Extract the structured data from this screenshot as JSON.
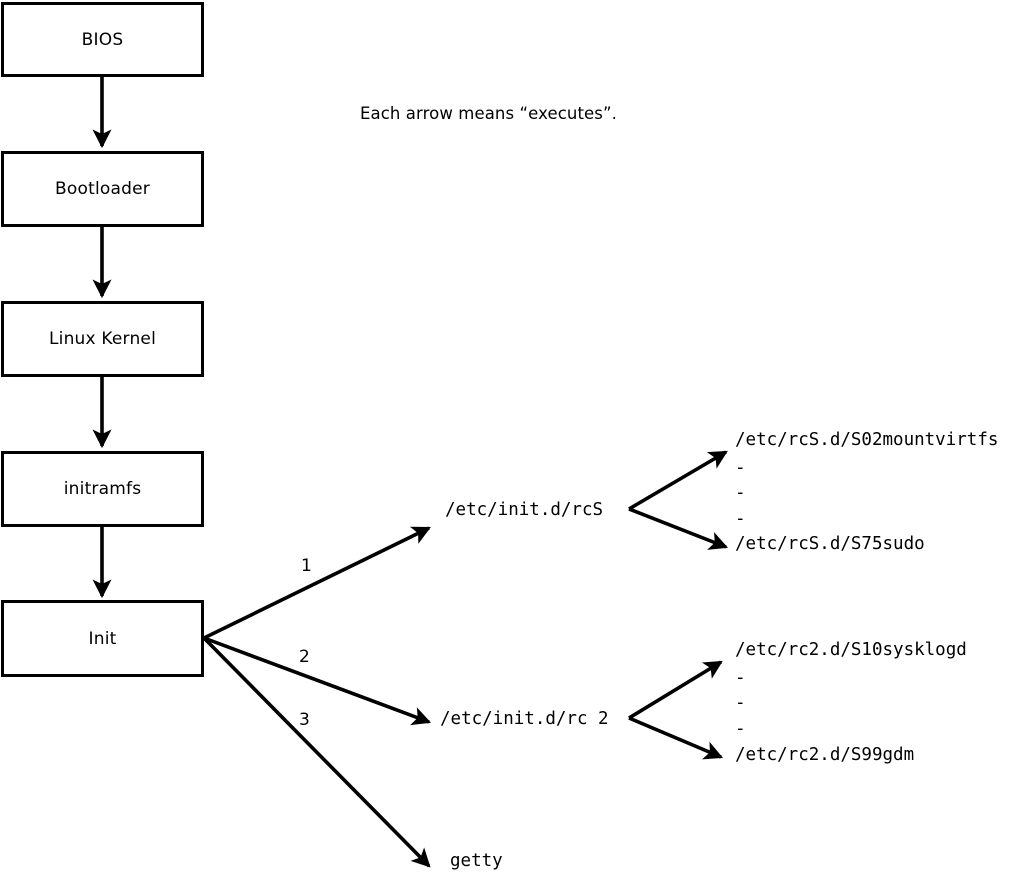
{
  "diagram": {
    "title_note": "Each arrow means “executes”.",
    "boot_chain": [
      {
        "id": "bios",
        "label": "BIOS"
      },
      {
        "id": "bootloader",
        "label": "Bootloader"
      },
      {
        "id": "kernel",
        "label": "Linux Kernel"
      },
      {
        "id": "initramfs",
        "label": "initramfs"
      },
      {
        "id": "init",
        "label": "Init"
      }
    ],
    "init_branches": [
      {
        "number": "1",
        "target": "/etc/init.d/rcS"
      },
      {
        "number": "2",
        "target": "/etc/init.d/rc 2"
      },
      {
        "number": "3",
        "target": "getty"
      }
    ],
    "rcs_scripts": {
      "first": "/etc/rcS.d/S02mountvirtfs",
      "ellipsis": [
        "-",
        "-",
        "-"
      ],
      "last": "/etc/rcS.d/S75sudo"
    },
    "rc2_scripts": {
      "first": "/etc/rc2.d/S10sysklogd",
      "ellipsis": [
        "-",
        "-",
        "-"
      ],
      "last": "/etc/rc2.d/S99gdm"
    },
    "colors": {
      "stroke": "#000000",
      "background": "#ffffff"
    }
  }
}
